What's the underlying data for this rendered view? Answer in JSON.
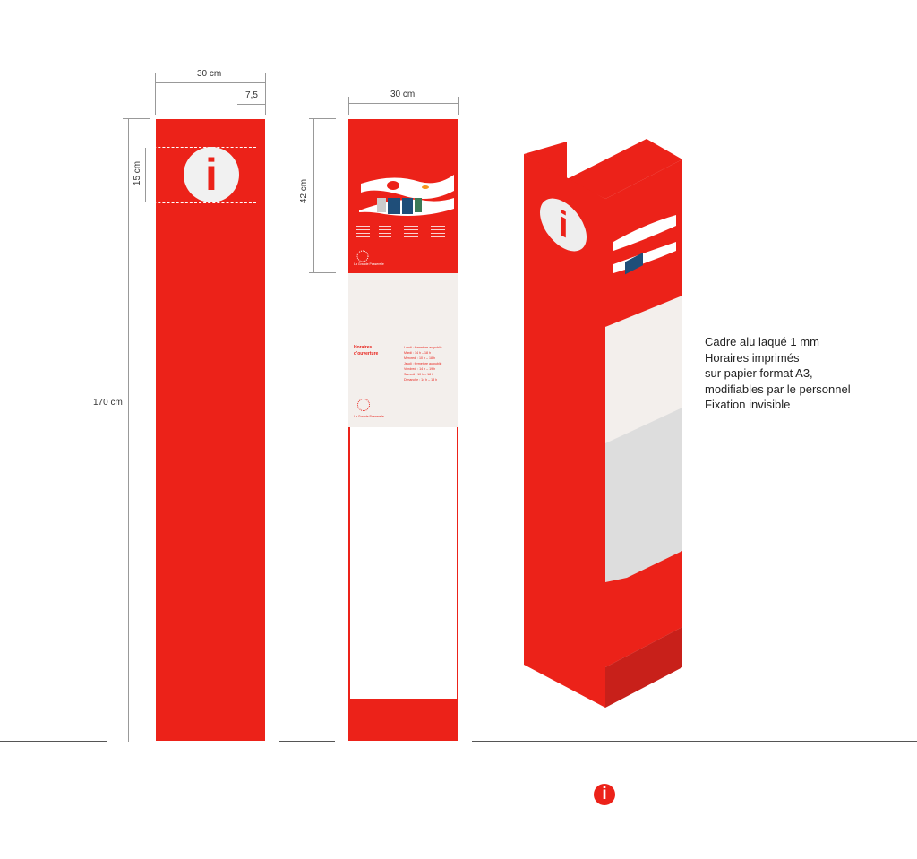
{
  "dimensions": {
    "width": "30 cm",
    "margin": "7,5",
    "icon_height": "15 cm",
    "total_height": "170 cm",
    "mid_width": "30 cm",
    "header_height": "42 cm"
  },
  "info_icon": "i",
  "hours": {
    "title_line1": "Horaires",
    "title_line2": "d'ouverture",
    "days": [
      "Lundi : fermeture au public",
      "Mardi : 14 h – 18 h",
      "Mercredi : 10 h – 18 h",
      "Jeudi : fermeture au public",
      "Vendredi : 14 h – 19 h",
      "Samedi : 10 h – 18 h",
      "Dimanche : 14 h – 18 h"
    ]
  },
  "logo": "La Grande Passerelle",
  "notes": [
    "Cadre alu laqué 1 mm",
    "Horaires imprimés",
    "sur papier format A3,",
    "modifiables par le personnel",
    "Fixation invisible"
  ],
  "colors": {
    "brand": "#ec2219",
    "cream": "#f3efec"
  }
}
